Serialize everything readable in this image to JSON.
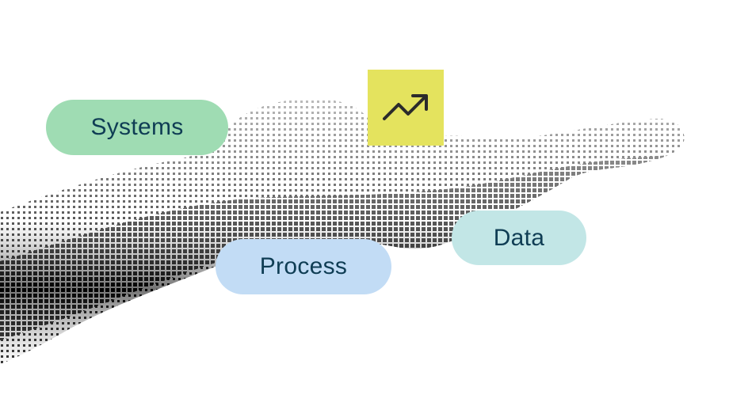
{
  "labels": {
    "systems": "Systems",
    "process": "Process",
    "data": "Data"
  },
  "icons": {
    "trend": "trending-up-icon"
  },
  "colors": {
    "systems_bg": "#9fdcb3",
    "process_bg": "#c2dcf5",
    "data_bg": "#c2e6e6",
    "trend_bg": "#e4e35e",
    "label_text": "#0f3d54",
    "icon_stroke": "#2b2b2b"
  }
}
